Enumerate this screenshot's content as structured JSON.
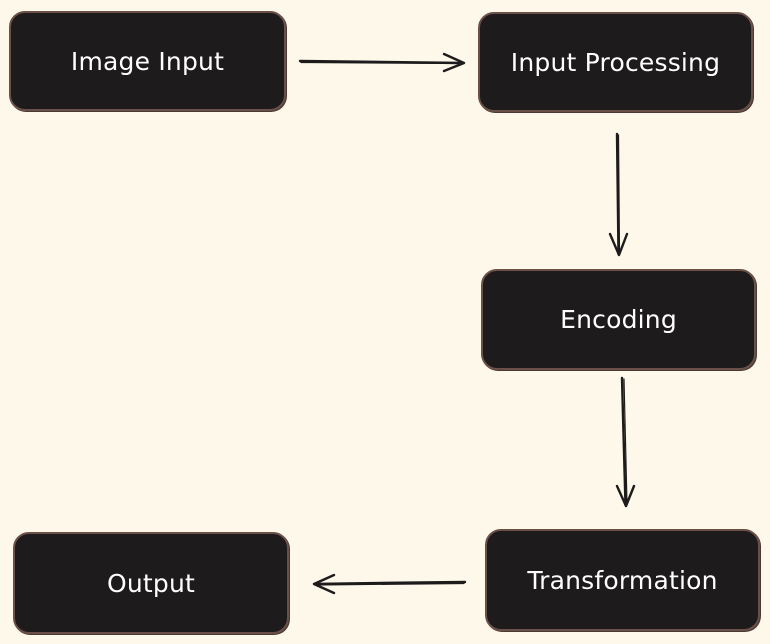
{
  "diagram": {
    "nodes": [
      {
        "id": "image-input",
        "label": "Image Input"
      },
      {
        "id": "input-processing",
        "label": "Input Processing"
      },
      {
        "id": "encoding",
        "label": "Encoding"
      },
      {
        "id": "transformation",
        "label": "Transformation"
      },
      {
        "id": "output",
        "label": "Output"
      }
    ],
    "edges": [
      {
        "from": "image-input",
        "to": "input-processing"
      },
      {
        "from": "input-processing",
        "to": "encoding"
      },
      {
        "from": "encoding",
        "to": "transformation"
      },
      {
        "from": "transformation",
        "to": "output"
      }
    ]
  },
  "colors": {
    "background": "#fdf8e9",
    "node_fill": "#1d1b1b",
    "node_border": "#6b5048",
    "node_text": "#ffffff",
    "arrow": "#1d1b1b"
  }
}
